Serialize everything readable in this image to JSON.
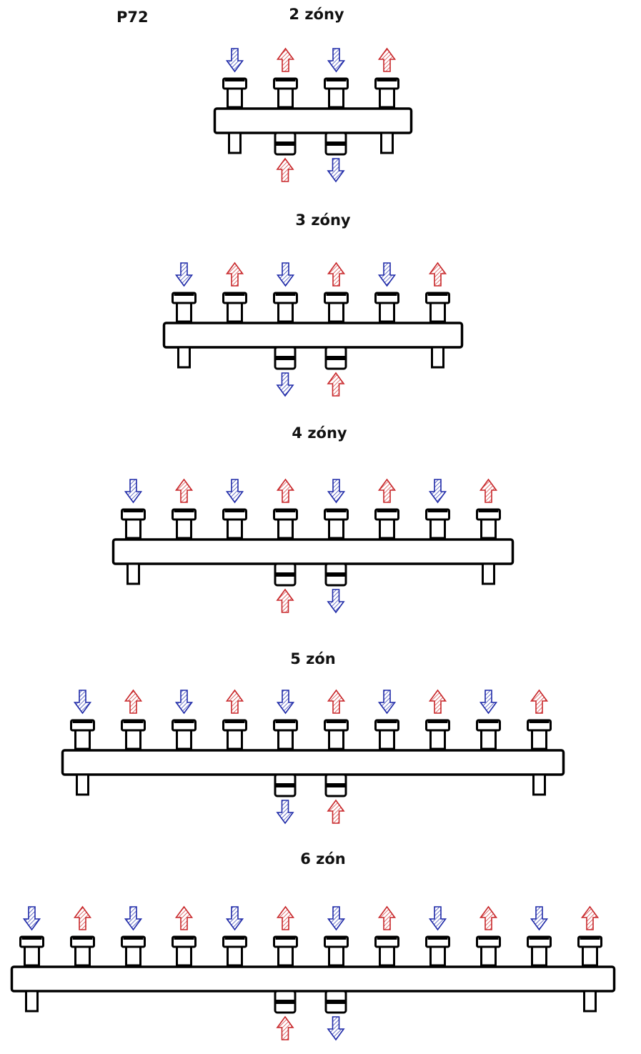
{
  "title": "P72",
  "colors": {
    "cold": "#1f2aa8",
    "hot": "#c8272a",
    "outline": "#000000"
  },
  "manifolds": [
    {
      "label": "2 zóny",
      "zones": 2,
      "bottom_left": "hot",
      "bottom_right": "cold"
    },
    {
      "label": "3 zóny",
      "zones": 3,
      "bottom_left": "cold",
      "bottom_right": "hot"
    },
    {
      "label": "4 zóny",
      "zones": 4,
      "bottom_left": "hot",
      "bottom_right": "cold"
    },
    {
      "label": "5 zón",
      "zones": 5,
      "bottom_left": "cold",
      "bottom_right": "hot"
    },
    {
      "label": "6 zón",
      "zones": 6,
      "bottom_left": "hot",
      "bottom_right": "cold"
    }
  ]
}
